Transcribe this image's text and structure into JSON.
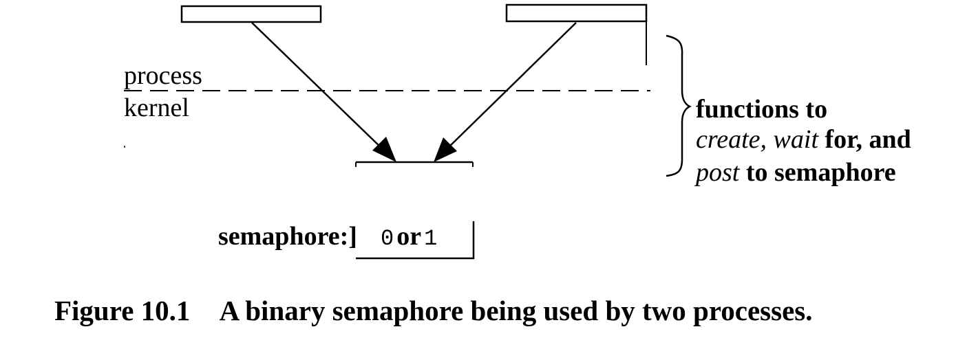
{
  "labels": {
    "process": "process",
    "kernel": "kernel",
    "functions_line1": "functions to",
    "create": "create,",
    "wait": "wait",
    "for_and": "for, and",
    "post": "post",
    "to_semaphore": "to semaphore",
    "semaphore_label": "semaphore:]",
    "value_0": "0",
    "value_or": "or",
    "value_1": "1"
  },
  "caption": {
    "figure_number": "Figure 10.1",
    "text": "A binary semaphore being used by two processes."
  },
  "icons": {
    "brace": "right-curly-brace",
    "arrows": "arrow-down-to-semaphore"
  }
}
